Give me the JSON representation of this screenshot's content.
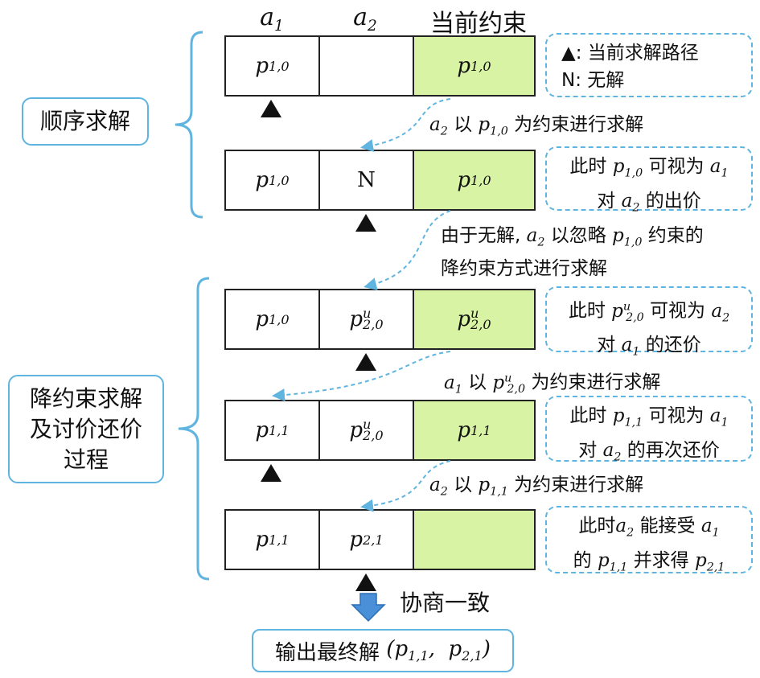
{
  "header": {
    "col1": "a",
    "col1_sub": "1",
    "col2": "a",
    "col2_sub": "2",
    "col3": "当前约束"
  },
  "phases": {
    "sequential": "顺序求解",
    "relaxed_line1": "降约束求解",
    "relaxed_line2": "及讨价还价",
    "relaxed_line3": "过程"
  },
  "rows": [
    {
      "c1": "p",
      "c1_sub": "1,0",
      "c2": "",
      "c3": "p",
      "c3_sub": "1,0"
    },
    {
      "c1": "p",
      "c1_sub": "1,0",
      "c2": "N",
      "c3": "p",
      "c3_sub": "1,0"
    },
    {
      "c1": "p",
      "c1_sub": "1,0",
      "c2": "p",
      "c2_sub": "2,0",
      "c2_sup": "u",
      "c3": "p",
      "c3_sub": "2,0",
      "c3_sup": "u"
    },
    {
      "c1": "p",
      "c1_sub": "1,1",
      "c2": "p",
      "c2_sub": "2,0",
      "c2_sup": "u",
      "c3": "p",
      "c3_sub": "1,1"
    },
    {
      "c1": "p",
      "c1_sub": "1,1",
      "c2": "p",
      "c2_sub": "2,1",
      "c3": ""
    }
  ],
  "legend": {
    "line1": "▲: 当前求解路径",
    "line2": "N: 无解"
  },
  "notes": {
    "n2_a": "此时",
    "n2_b": "可视为",
    "n2_c": "对",
    "n2_d": "的出价",
    "n3_a": "此时",
    "n3_b": "可视为",
    "n3_c": "对",
    "n3_d": "的还价",
    "n4_a": "此时",
    "n4_b": "可视为",
    "n4_c": "对",
    "n4_d": "的再次还价",
    "n5_a": "此时",
    "n5_b": "能接受",
    "n5_c": "的",
    "n5_d": "并求得"
  },
  "flows": {
    "f1_a": "以",
    "f1_b": "为约束进行求解",
    "f2_a": "由于无解,",
    "f2_b": "以忽略",
    "f2_c": "约束的",
    "f2_d": "降约束方式进行求解",
    "f3_a": "以",
    "f3_b": "为约束进行求解",
    "f4_a": "以",
    "f4_b": "为约束进行求解"
  },
  "consensus": "协商一致",
  "output": {
    "label": "输出最终解",
    "value": "(p1,1, p2,1)"
  },
  "colors": {
    "accent_blue": "#5fb4e0",
    "constraint_fill": "#d9f3a5",
    "arrow_fill": "#4a90d9"
  }
}
